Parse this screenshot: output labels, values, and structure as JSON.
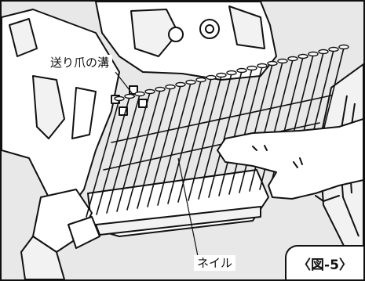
{
  "figure": {
    "label": "〈図-5〉"
  },
  "callouts": {
    "feed_claw_groove": "送り爪の溝",
    "nail": "ネイル"
  },
  "colors": {
    "background": "#e8e8e8",
    "line": "#111111",
    "paper": "#ffffff"
  }
}
